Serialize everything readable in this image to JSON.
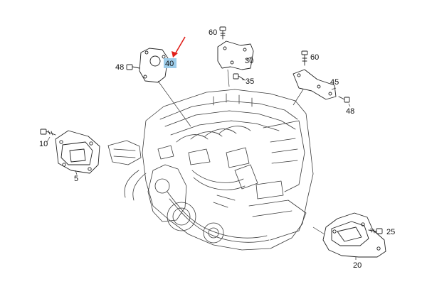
{
  "callouts": {
    "c60_top": "60",
    "c30": "30",
    "c35": "35",
    "c60_right": "60",
    "c45": "45",
    "c48_right": "48",
    "c48_left": "48",
    "c40": "40",
    "c10": "10",
    "c5": "5",
    "c25": "25",
    "c20": "20"
  },
  "colors": {
    "highlight": "#9ecdea",
    "arrow": "#e0201b",
    "line": "#222222"
  }
}
